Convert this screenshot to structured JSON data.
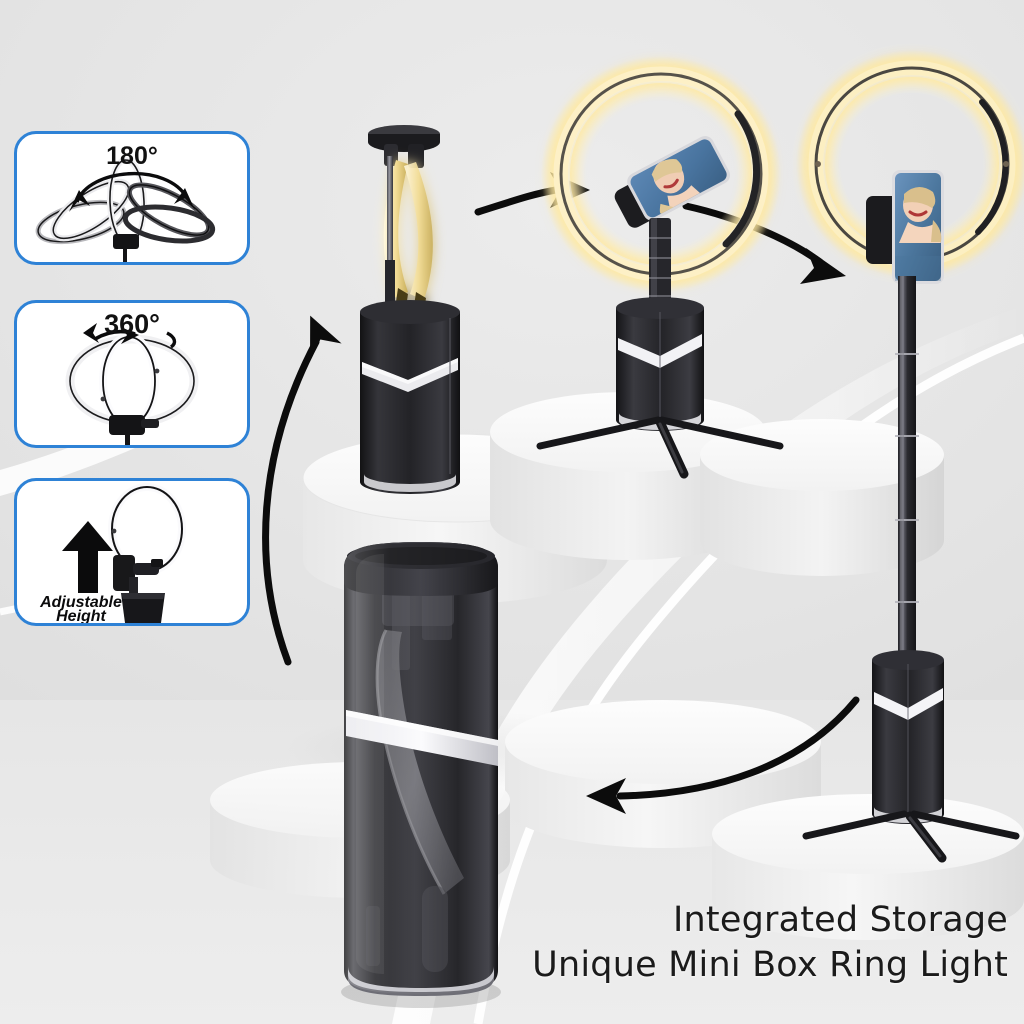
{
  "background": {
    "base_color": "#e3e3e3",
    "podium_color": "#f4f4f4",
    "swoosh_color": "#ffffff"
  },
  "feature_cards": [
    {
      "id": "card-180",
      "name": "tilt-range-card",
      "label": "180°",
      "icon": "ring-light-tilt-fan-icon",
      "accent": "#2e82d6"
    },
    {
      "id": "card-360",
      "name": "rotation-range-card",
      "label": "360°",
      "icon": "ring-light-rotation-icon",
      "accent": "#2e82d6"
    },
    {
      "id": "card-height",
      "name": "adjustable-height-card",
      "label_line1": "Adjustable",
      "label_line2": "Height",
      "icon": "up-arrow-height-icon",
      "accent": "#2e82d6"
    }
  ],
  "headline": {
    "line1": "Integrated Storage",
    "line2": "Unique Mini Box Ring Light",
    "color": "#1b1b1b"
  },
  "products": [
    {
      "id": "stage-unfolding",
      "name": "product-unfolding-from-box",
      "state": "ring light unfolding out of storage box",
      "body_color": "#1d1d1f",
      "ring_glow_color": "#f7e39a",
      "accent_stripe_color": "#e8e8e8"
    },
    {
      "id": "stage-desktop",
      "name": "product-desktop-tripod",
      "state": "ring light deployed on short tripod with phone",
      "body_color": "#1d1d1f",
      "ring_glow_color": "#fbe6a6",
      "phone_screen_color": "#4b79a8"
    },
    {
      "id": "stage-tall",
      "name": "product-extended-floor-stand",
      "state": "ring light extended on tall telescoping pole",
      "body_color": "#1d1d1f",
      "ring_glow_color": "#fbe6a6",
      "phone_screen_color": "#4b79a8"
    },
    {
      "id": "stage-box",
      "name": "product-storage-box-closed",
      "state": "closed translucent storage box with light inside",
      "body_color": "#2b2b2e",
      "accent_stripe_color": "#d9d9d9"
    },
    {
      "id": "stage-base",
      "name": "product-base-with-tripod",
      "state": "base unit with tripod legs deployed",
      "body_color": "#242426",
      "accent_stripe_color": "#f0f0f0"
    }
  ],
  "flow_arrows": [
    {
      "name": "arrow-box-to-unfolding",
      "direction": "curve-up-right",
      "color": "#0c0c0c"
    },
    {
      "name": "arrow-unfolding-to-desktop",
      "direction": "right",
      "color": "#0c0c0c"
    },
    {
      "name": "arrow-desktop-to-tall",
      "direction": "curve-down-right",
      "color": "#0c0c0c"
    },
    {
      "name": "arrow-tall-to-base",
      "direction": "curve-left",
      "color": "#0c0c0c"
    }
  ]
}
